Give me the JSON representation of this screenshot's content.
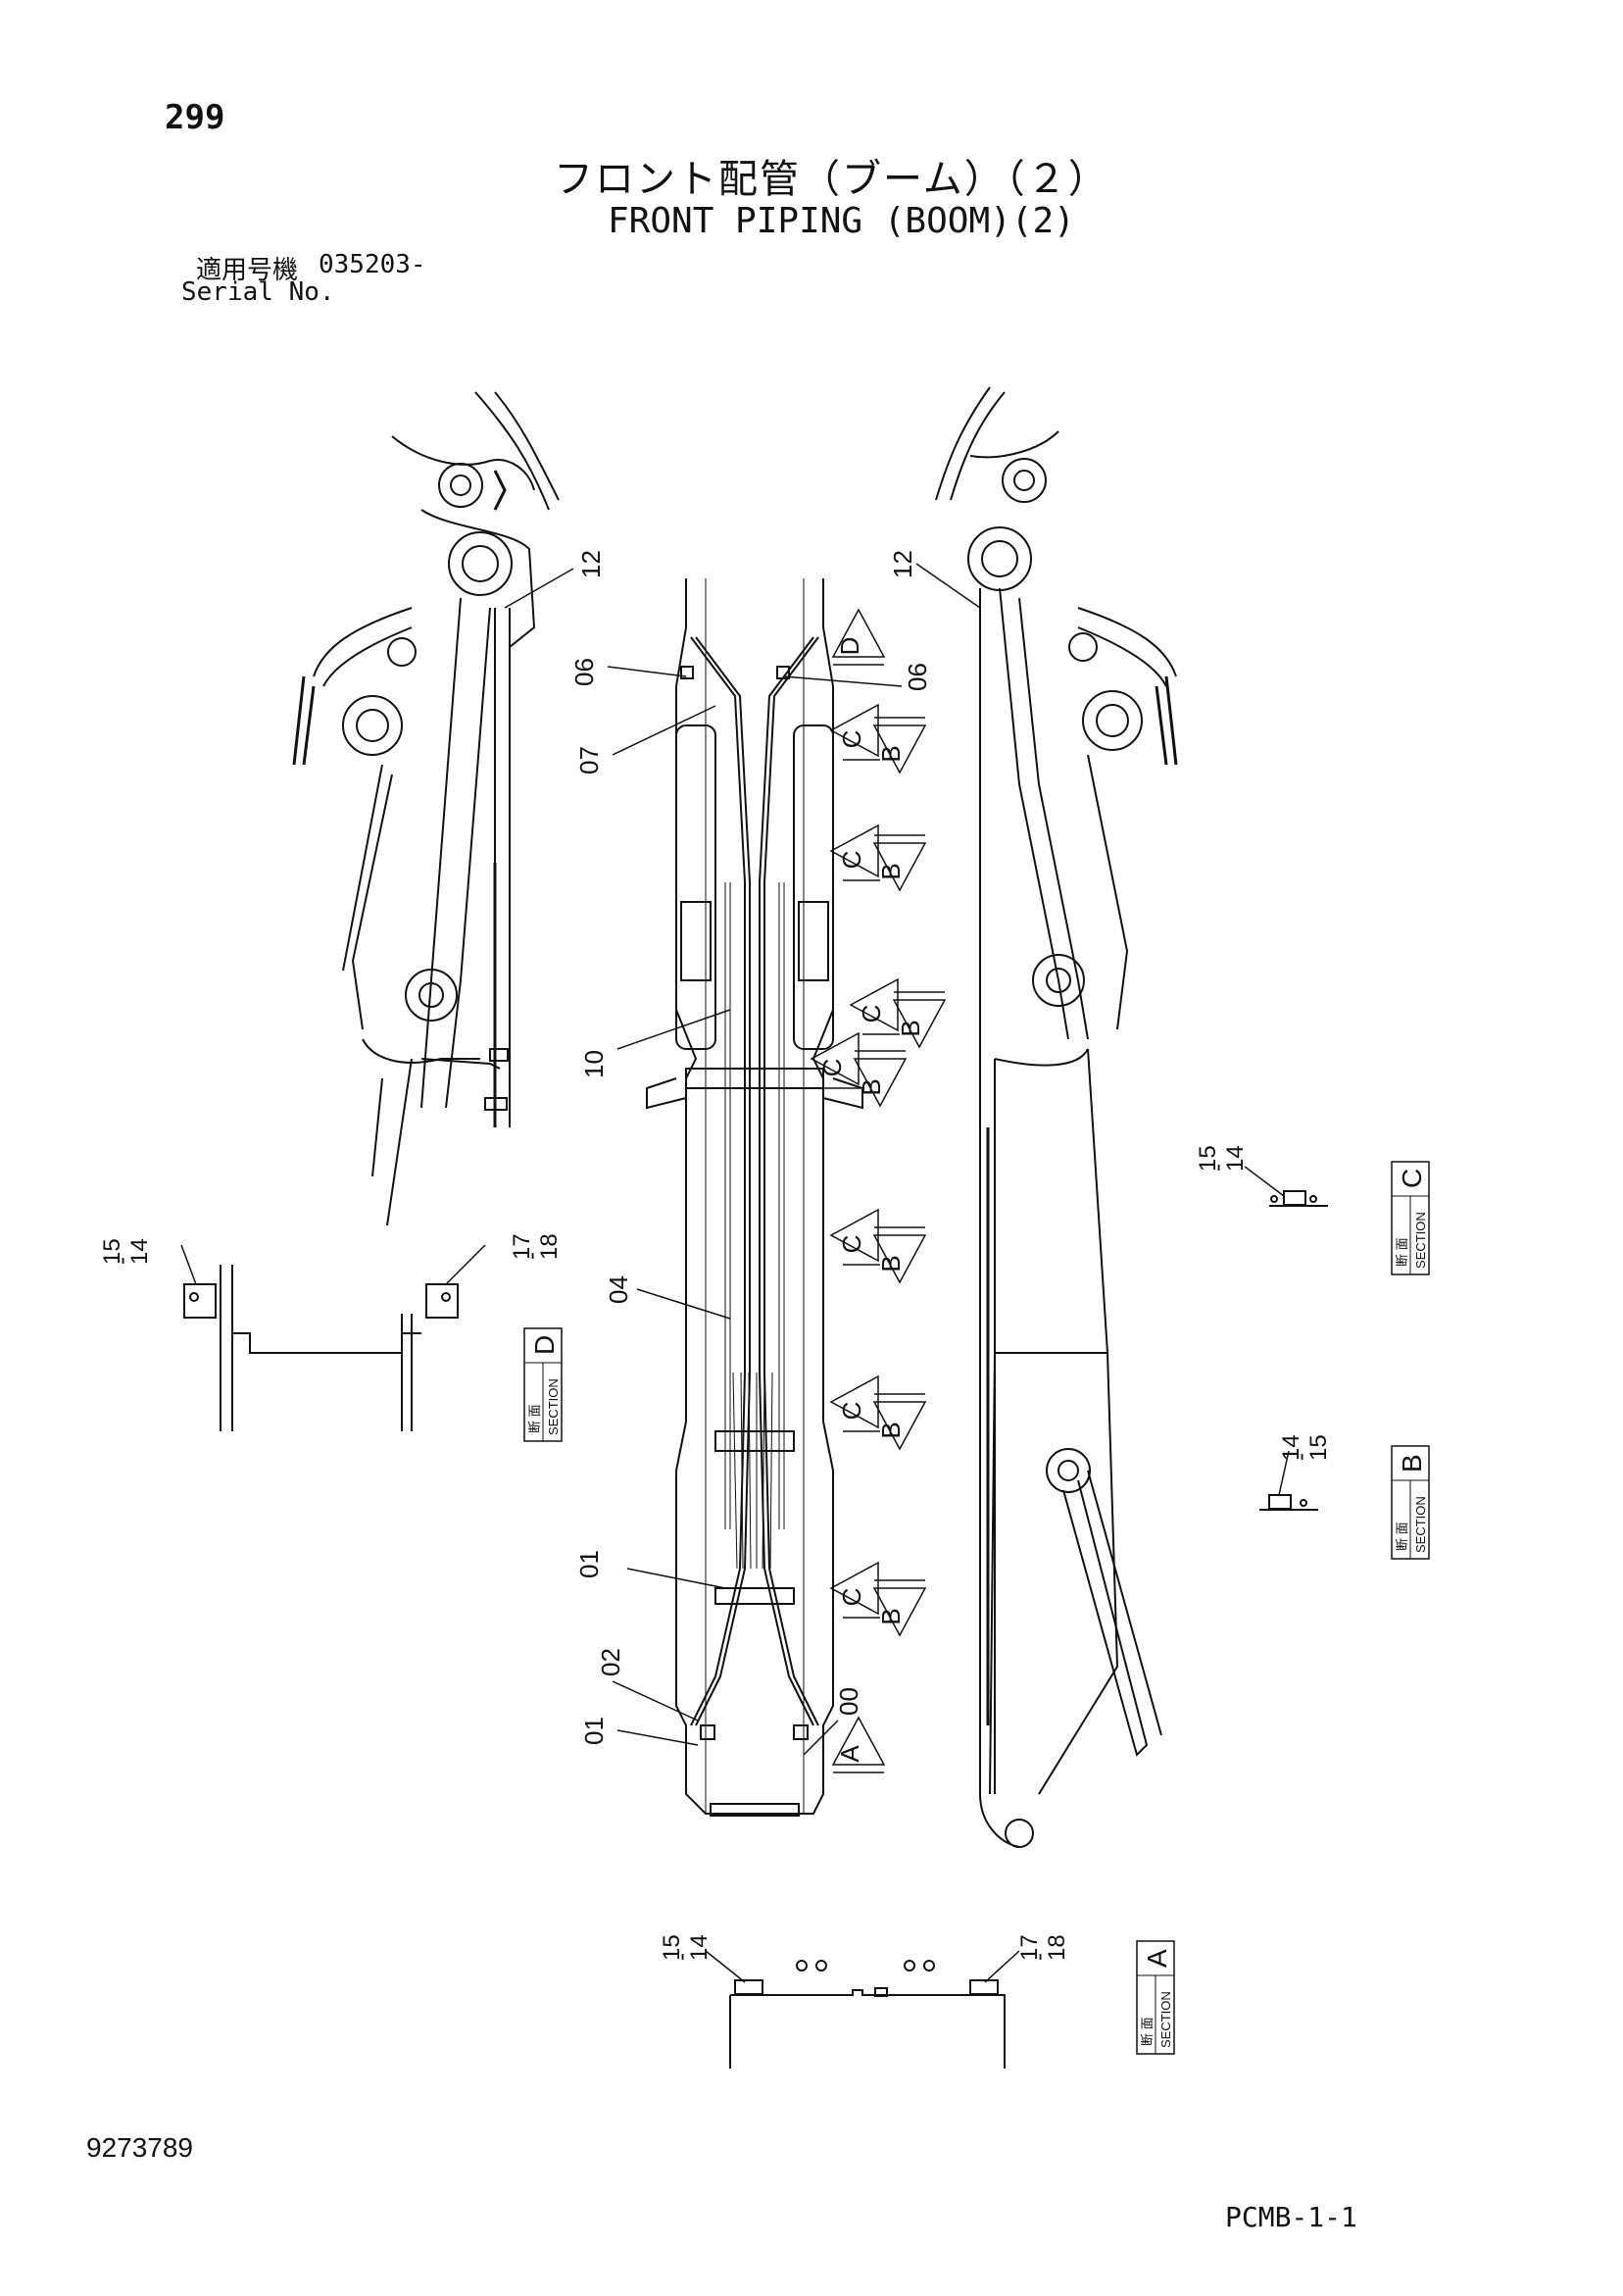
{
  "header": {
    "page_number": "299",
    "title_jp": "フロント配管（ブーム）（２）",
    "title_en": "FRONT PIPING (BOOM)(2)",
    "serial_label_jp": "適用号機",
    "serial_value": "035203-",
    "serial_label_en": "Serial No."
  },
  "footer": {
    "doc_number": "9273789",
    "sheet_code": "PCMB-1-1"
  },
  "callouts": {
    "c12_left": "12",
    "c12_right": "12",
    "c06_left": "06",
    "c06_right": "06",
    "c07": "07",
    "c10": "10",
    "c04": "04",
    "c01_upper": "01",
    "c02": "02",
    "c01_lower": "01",
    "c00": "00",
    "c15_14_C": "15\n-\n14",
    "c15_14_D": "15\n-\n14",
    "c17_18_D": "17\n-\n18",
    "c14_15_B": "14\n-\n15",
    "c15_14_A": "15\n-\n14",
    "c17_18_A": "17\n-\n18"
  },
  "section_marks": {
    "d": "D",
    "c": "C",
    "b": "B",
    "a": "A"
  },
  "section_boxes": {
    "kanji": "断 面",
    "word": "SECTION",
    "letter_c": "C",
    "letter_d": "D",
    "letter_b": "B",
    "letter_a": "A"
  }
}
